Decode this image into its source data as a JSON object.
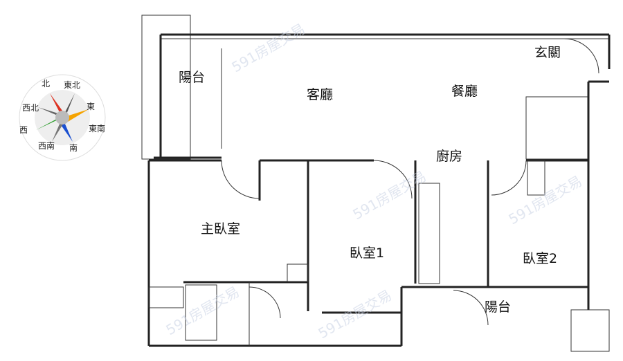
{
  "compass": {
    "north": "北",
    "northeast": "東北",
    "east": "東",
    "southeast": "東南",
    "south": "南",
    "southwest": "西南",
    "west": "西",
    "northwest": "西北",
    "north_color": "#d0021b"
  },
  "rooms": {
    "balcony_top": "陽台",
    "living_room": "客廳",
    "dining_room": "餐廳",
    "entrance": "玄關",
    "kitchen": "廚房",
    "master_bedroom": "主臥室",
    "bedroom1": "臥室1",
    "bedroom2": "臥室2",
    "balcony_bottom": "陽台"
  },
  "watermark": "591房屋交易"
}
